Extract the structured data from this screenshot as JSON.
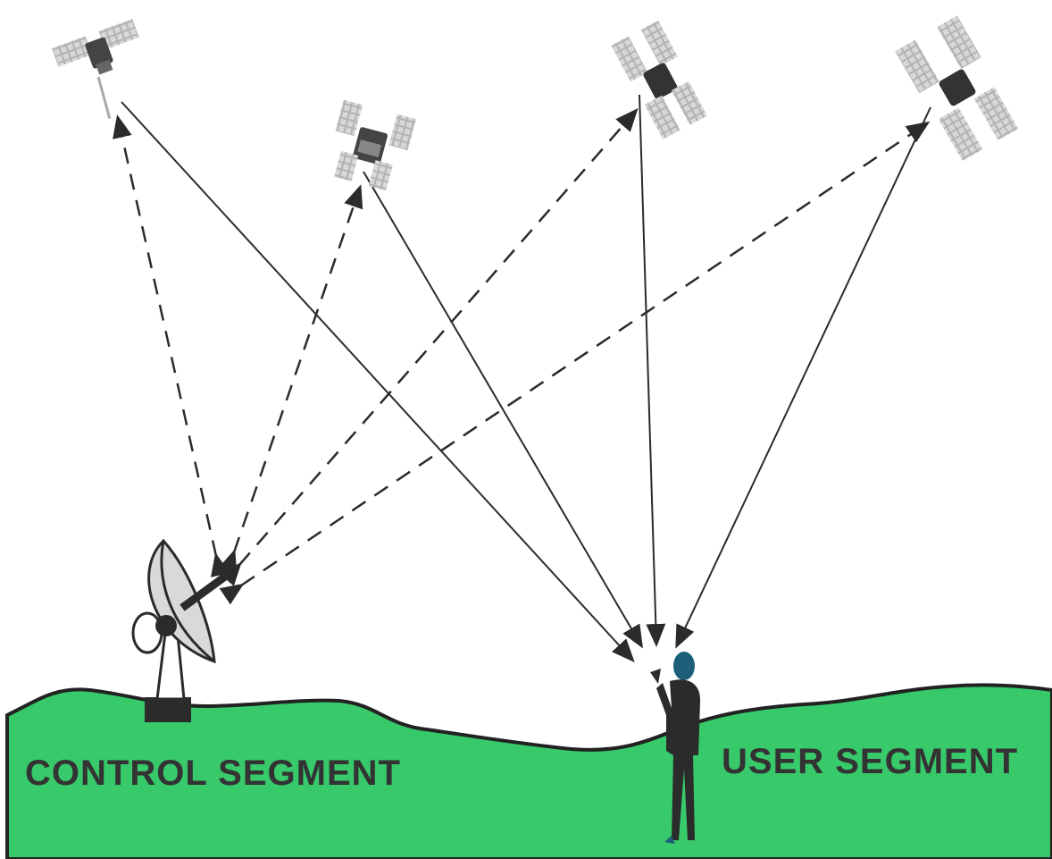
{
  "labels": {
    "control_segment": "CONTROL SEGMENT",
    "user_segment": "USER SEGMENT"
  },
  "colors": {
    "ground": "#37c96a",
    "ground_outline": "#222222",
    "ink": "#2b2b2b",
    "satellite_panel": "#a8a8a8",
    "person": "#1d5f7a"
  },
  "diagram": {
    "satellites": [
      "satellite-1",
      "satellite-2",
      "satellite-3",
      "satellite-4"
    ],
    "uplinks": [
      {
        "from": "control-station",
        "to": "satellite-1",
        "style": "dashed"
      },
      {
        "from": "control-station",
        "to": "satellite-2",
        "style": "dashed"
      },
      {
        "from": "control-station",
        "to": "satellite-3",
        "style": "dashed"
      },
      {
        "from": "control-station",
        "to": "satellite-4",
        "style": "dashed"
      }
    ],
    "downlinks": [
      {
        "from": "satellite-1",
        "to": "user",
        "style": "solid"
      },
      {
        "from": "satellite-2",
        "to": "user",
        "style": "solid"
      },
      {
        "from": "satellite-3",
        "to": "user",
        "style": "solid"
      },
      {
        "from": "satellite-4",
        "to": "user",
        "style": "solid"
      }
    ]
  }
}
